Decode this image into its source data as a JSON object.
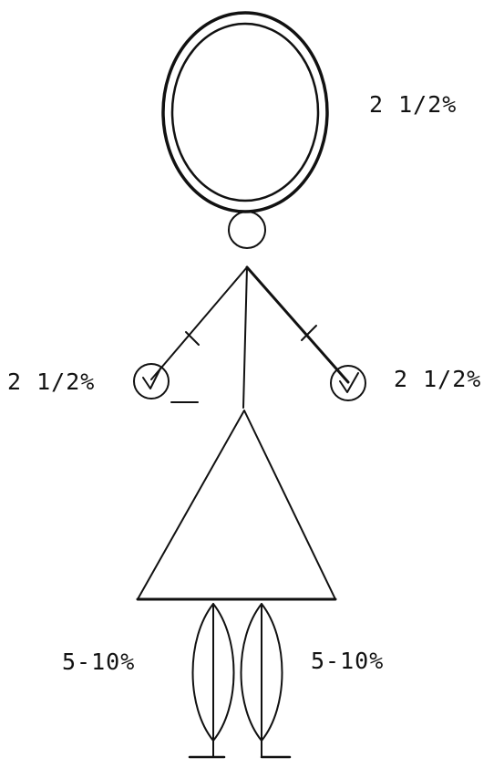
{
  "labels": {
    "head": "2 1/2%",
    "left_hand": "2 1/2%",
    "right_hand": "2 1/2%",
    "left_leg": "5-10%",
    "right_leg": "5-10%"
  },
  "colors": {
    "ink": "#111111",
    "paper": "#ffffff"
  }
}
